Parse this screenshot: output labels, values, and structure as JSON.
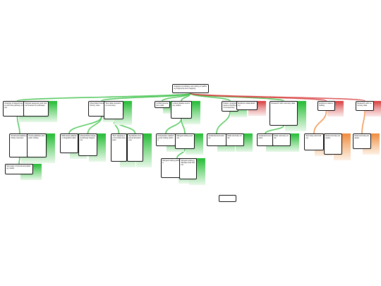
{
  "diagram": {
    "nodes": {
      "root": {
        "text": "Analysis of ordinary unit coding of pathway fragments and mapping",
        "variant": "root"
      },
      "a1": {
        "text": "Analysis of data-driven extraction and the pathway model labels",
        "variant": "green"
      },
      "a2": {
        "text": "Aligned sequence and rule summaries for pathways",
        "variant": "green"
      },
      "a3": {
        "text": "Discordant frameworks modified by rules",
        "variant": "green"
      },
      "a4": {
        "text": "Text data comparison summary",
        "variant": "green"
      },
      "a5": {
        "text": "Unified generation code",
        "variant": "green"
      },
      "a6": {
        "text": "Linked dataset summary outline",
        "variant": "green"
      },
      "a7": {
        "text": "Pattern analysis source checks and consensus",
        "variant": "green"
      },
      "a8": {
        "text": "Evidence data labelling",
        "variant": "red"
      },
      "a9": {
        "text": "Research with summary data",
        "variant": "red"
      },
      "b1": {
        "text": "Structured relation pathway overview",
        "variant": "green"
      },
      "b2": {
        "text": "Cross-pathway semantic coding",
        "variant": "green"
      },
      "b3": {
        "text": "Multi-level pathway integration data",
        "variant": "green"
      },
      "b4": {
        "text": "Hierarchical merged pathway fragments",
        "variant": "green"
      },
      "b5": {
        "text": "Text mapping and contrast analysis",
        "variant": "green"
      },
      "b6": {
        "text": "Synthesis of external descriptions",
        "variant": "green"
      },
      "b7": {
        "text": "Framework matching and coding outline",
        "variant": "green"
      },
      "b8": {
        "text": "Merged coding system",
        "variant": "green"
      },
      "b9": {
        "text": "Clustered summaries",
        "variant": "green"
      },
      "b10": {
        "text": "Data summary code",
        "variant": "green"
      },
      "b11": {
        "text": "Summary and coding",
        "variant": "orange"
      },
      "b12": {
        "text": "Final summary analysis",
        "variant": "orange"
      },
      "c1": {
        "text": "Summary of structured pathway nodes",
        "variant": "green"
      },
      "c2": {
        "text": "Merged coding pathways and outline",
        "variant": "green"
      }
    }
  }
}
